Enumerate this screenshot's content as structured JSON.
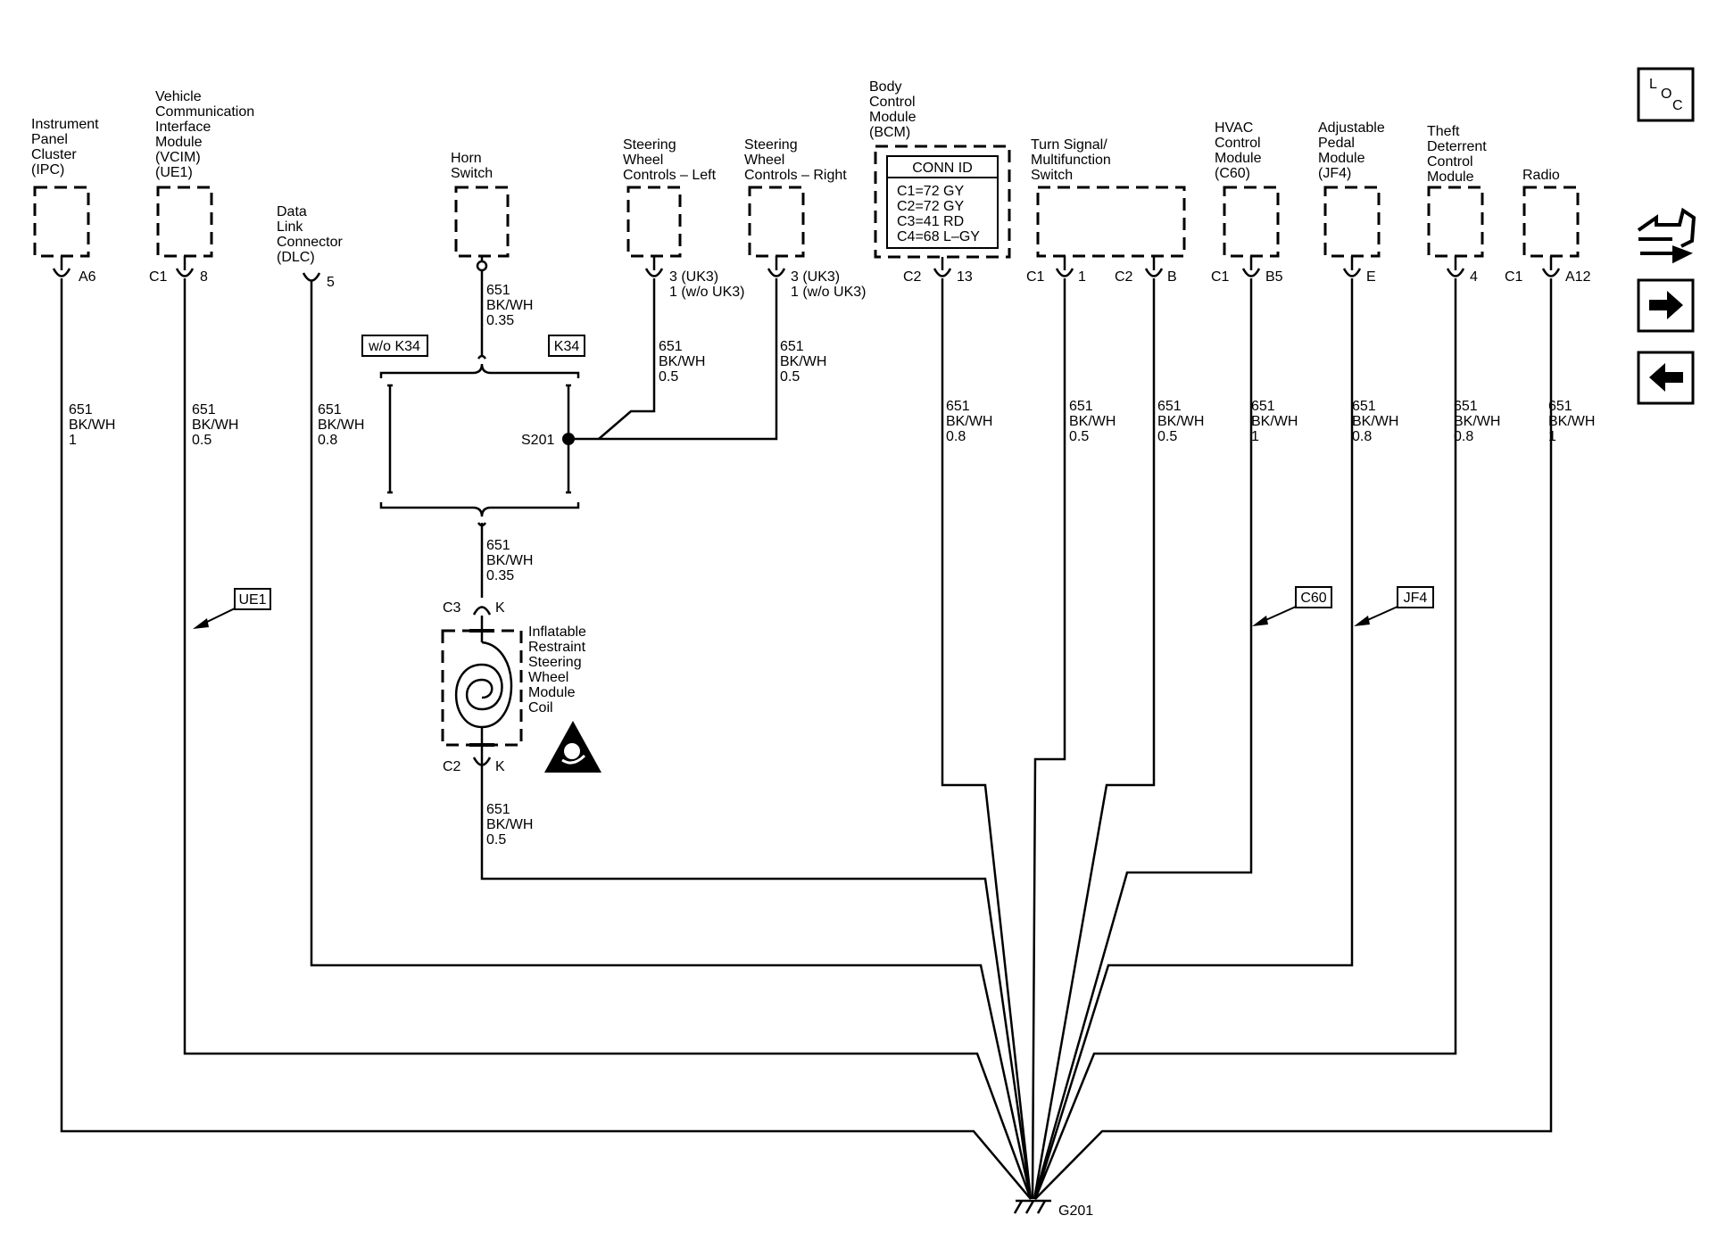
{
  "components": {
    "ipc": [
      "Instrument",
      "Panel",
      "Cluster",
      "(IPC)"
    ],
    "vcim": [
      "Vehicle",
      "Communication",
      "Interface",
      "Module",
      "(VCIM)",
      "(UE1)"
    ],
    "dlc": [
      "Data",
      "Link",
      "Connector",
      "(DLC)"
    ],
    "horn": [
      "Horn",
      "Switch"
    ],
    "swc_left": [
      "Steering",
      "Wheel",
      "Controls – Left"
    ],
    "swc_right": [
      "Steering",
      "Wheel",
      "Controls – Right"
    ],
    "bcm": [
      "Body",
      "Control",
      "Module",
      "(BCM)"
    ],
    "turn": [
      "Turn Signal/",
      "Multifunction",
      "Switch"
    ],
    "hvac": [
      "HVAC",
      "Control",
      "Module",
      "(C60)"
    ],
    "pedal": [
      "Adjustable",
      "Pedal",
      "Module",
      "(JF4)"
    ],
    "theft": [
      "Theft",
      "Deterrent",
      "Control",
      "Module"
    ],
    "radio": [
      "Radio"
    ],
    "coil": [
      "Inflatable",
      "Restraint",
      "Steering",
      "Wheel",
      "Module",
      "Coil"
    ]
  },
  "conn_id": {
    "title": "CONN ID",
    "lines": [
      "C1=72 GY",
      "C2=72 GY",
      "C3=41 RD",
      "C4=68 L–GY"
    ]
  },
  "pins": {
    "ipc": "A6",
    "vcim_c": "C1",
    "vcim": "8",
    "dlc": "5",
    "swc_left": [
      "3 (UK3)",
      "1 (w/o UK3)"
    ],
    "swc_right": [
      "3 (UK3)",
      "1 (w/o UK3)"
    ],
    "bcm_c": "C2",
    "bcm": "13",
    "turn_c1": "C1",
    "turn_1": "1",
    "turn_c2": "C2",
    "turn_b": "B",
    "hvac_c": "C1",
    "hvac": "B5",
    "pedal": "E",
    "theft": "4",
    "radio_c": "C1",
    "radio": "A12",
    "coil_top_c": "C3",
    "coil_top": "K",
    "coil_bot_c": "C2",
    "coil_bot": "K"
  },
  "wires": {
    "ipc": [
      "651",
      "BK/WH",
      "1"
    ],
    "vcim": [
      "651",
      "BK/WH",
      "0.5"
    ],
    "dlc": [
      "651",
      "BK/WH",
      "0.8"
    ],
    "horn": [
      "651",
      "BK/WH",
      "0.35"
    ],
    "swc_left": [
      "651",
      "BK/WH",
      "0.5"
    ],
    "swc_right": [
      "651",
      "BK/WH",
      "0.5"
    ],
    "coil_in": [
      "651",
      "BK/WH",
      "0.35"
    ],
    "coil_out": [
      "651",
      "BK/WH",
      "0.5"
    ],
    "bcm": [
      "651",
      "BK/WH",
      "0.8"
    ],
    "turn1": [
      "651",
      "BK/WH",
      "0.5"
    ],
    "turn2": [
      "651",
      "BK/WH",
      "0.5"
    ],
    "hvac": [
      "651",
      "BK/WH",
      "1"
    ],
    "pedal": [
      "651",
      "BK/WH",
      "0.8"
    ],
    "theft": [
      "651",
      "BK/WH",
      "0.8"
    ],
    "radio": [
      "651",
      "BK/WH",
      "1"
    ]
  },
  "options": {
    "wo_k34": "w/o K34",
    "k34": "K34",
    "ue1": "UE1",
    "c60": "C60",
    "jf4": "JF4"
  },
  "splice": "S201",
  "ground": "G201",
  "toolbar": {
    "loc_l": "L",
    "loc_o": "O",
    "loc_c": "C",
    "icons": [
      "loc-icon",
      "harness-connector-icon",
      "next-arrow-icon",
      "prev-arrow-icon"
    ]
  }
}
